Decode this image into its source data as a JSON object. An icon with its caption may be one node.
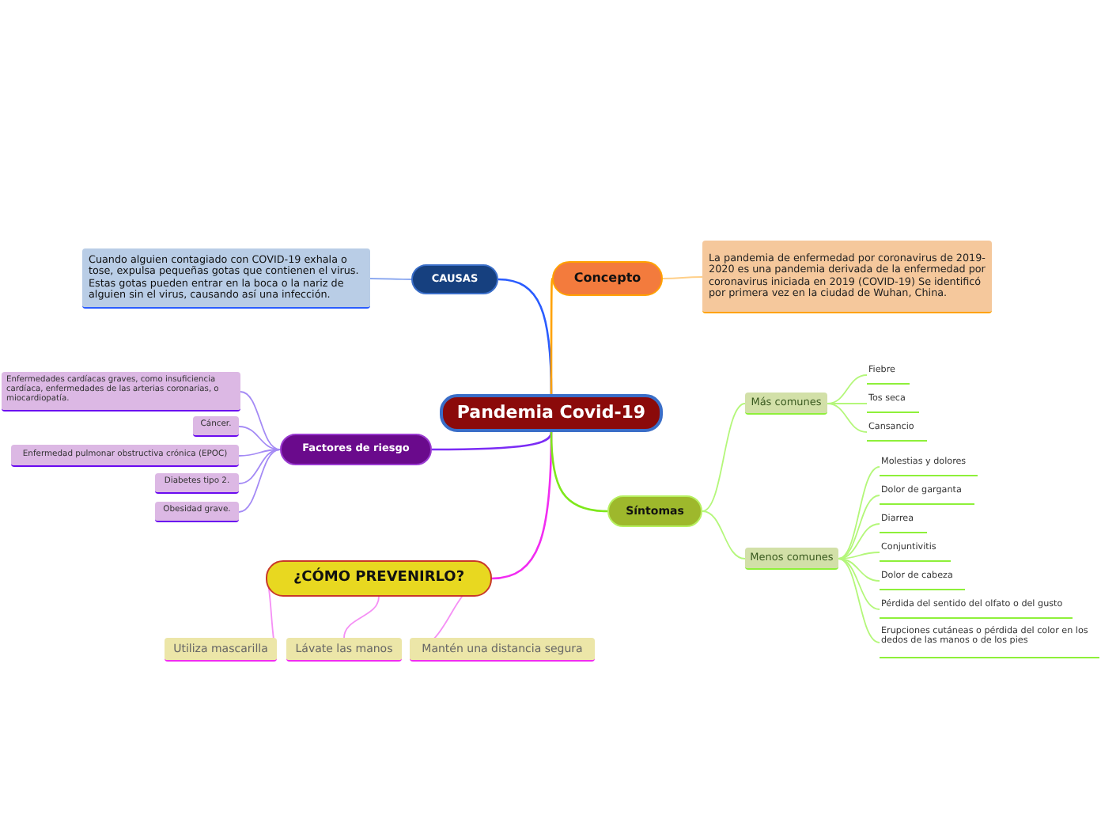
{
  "diagram": {
    "nodes": [
      {
        "text": [
          "Pandemia Covid-19"
        ]
      },
      {
        "text": [
          "CAUSAS"
        ]
      },
      {
        "text": [
          "Cuando alguien contagiado con COVID-19 exhala o tose, expulsa pequeñas gotas que contienen el virus. Estas gotas pueden entrar en la boca o la nariz de alguien sin el virus, causando así una infección."
        ]
      },
      {
        "text": [
          "Concepto"
        ]
      },
      {
        "text": [
          "La pandemia de enfermedad por coronavirus de 2019-2020 es una pandemia derivada de la enfermedad por coronavirus iniciada en 2019 (COVID-19) Se identificó por primera vez en la ciudad de Wuhan, China."
        ]
      },
      {
        "text": [
          "Factores de riesgo"
        ]
      },
      {
        "text": [
          "Enfermedades cardíacas graves, como insuficiencia cardíaca, enfermedades de las arterias coronarias, o miocardiopatía."
        ]
      },
      {
        "text": [
          "Cáncer."
        ]
      },
      {
        "text": [
          "Enfermedad pulmonar obstructiva crónica (EPOC)"
        ]
      },
      {
        "text": [
          "Diabetes tipo 2."
        ]
      },
      {
        "text": [
          "Obesidad grave."
        ]
      },
      {
        "text": [
          "¿CÓMO PREVENIRLO?"
        ]
      },
      {
        "text": [
          "Utiliza mascarilla"
        ]
      },
      {
        "text": [
          "Lávate las manos"
        ]
      },
      {
        "text": [
          "Mantén una distancia segura"
        ]
      },
      {
        "text": [
          "Síntomas"
        ]
      },
      {
        "text": [
          "Más comunes"
        ]
      },
      {
        "text": [
          "Fiebre"
        ]
      },
      {
        "text": [
          "Tos seca"
        ]
      },
      {
        "text": [
          "Cansancio"
        ]
      },
      {
        "text": [
          "Menos comunes"
        ]
      },
      {
        "text": [
          "Molestias y dolores"
        ]
      },
      {
        "text": [
          "Dolor de garganta"
        ]
      },
      {
        "text": [
          "Diarrea"
        ]
      },
      {
        "text": [
          "Conjuntivitis"
        ]
      },
      {
        "text": [
          "Dolor de cabeza"
        ]
      },
      {
        "text": [
          "Pérdida del sentido del olfato o del gusto"
        ]
      },
      {
        "text": [
          "Erupciones cutáneas o pérdida del color en los dedos de las manos o de los pies"
        ]
      }
    ],
    "edges": [
      {
        "from": 0,
        "to": 1,
        "arrow": "none",
        "color": "#2a5cff"
      },
      {
        "from": 1,
        "to": 2,
        "arrow": "none",
        "color": "#8eaaf0"
      },
      {
        "from": 0,
        "to": 3,
        "arrow": "none",
        "color": "#ffa200"
      },
      {
        "from": 3,
        "to": 4,
        "arrow": "none",
        "color": "#ffcf88"
      },
      {
        "from": 0,
        "to": 5,
        "arrow": "none",
        "color": "#7b2cf5"
      },
      {
        "from": 5,
        "to": 6,
        "arrow": "none",
        "color": "#a48af5"
      },
      {
        "from": 5,
        "to": 7,
        "arrow": "none",
        "color": "#a48af5"
      },
      {
        "from": 5,
        "to": 8,
        "arrow": "none",
        "color": "#a48af5"
      },
      {
        "from": 5,
        "to": 9,
        "arrow": "none",
        "color": "#a48af5"
      },
      {
        "from": 5,
        "to": 10,
        "arrow": "none",
        "color": "#a48af5"
      },
      {
        "from": 0,
        "to": 11,
        "arrow": "none",
        "color": "#f12cf1"
      },
      {
        "from": 11,
        "to": 12,
        "arrow": "none",
        "color": "#f590f5"
      },
      {
        "from": 11,
        "to": 13,
        "arrow": "none",
        "color": "#f590f5"
      },
      {
        "from": 11,
        "to": 14,
        "arrow": "none",
        "color": "#f590f5"
      },
      {
        "from": 0,
        "to": 15,
        "arrow": "none",
        "color": "#7ee81c"
      },
      {
        "from": 15,
        "to": 16,
        "arrow": "none"
      },
      {
        "from": 15,
        "to": 20,
        "arrow": "none"
      },
      {
        "from": 16,
        "to": 17,
        "arrow": "none"
      },
      {
        "from": 16,
        "to": 18,
        "arrow": "none"
      },
      {
        "from": 16,
        "to": 19,
        "arrow": "none"
      },
      {
        "from": 20,
        "to": 21,
        "arrow": "none"
      },
      {
        "from": 20,
        "to": 22,
        "arrow": "none"
      },
      {
        "from": 20,
        "to": 23,
        "arrow": "none"
      },
      {
        "from": 20,
        "to": 24,
        "arrow": "none"
      },
      {
        "from": 20,
        "to": 25,
        "arrow": "none"
      },
      {
        "from": 20,
        "to": 26,
        "arrow": "none"
      },
      {
        "from": 20,
        "to": 27,
        "arrow": "none"
      }
    ]
  }
}
